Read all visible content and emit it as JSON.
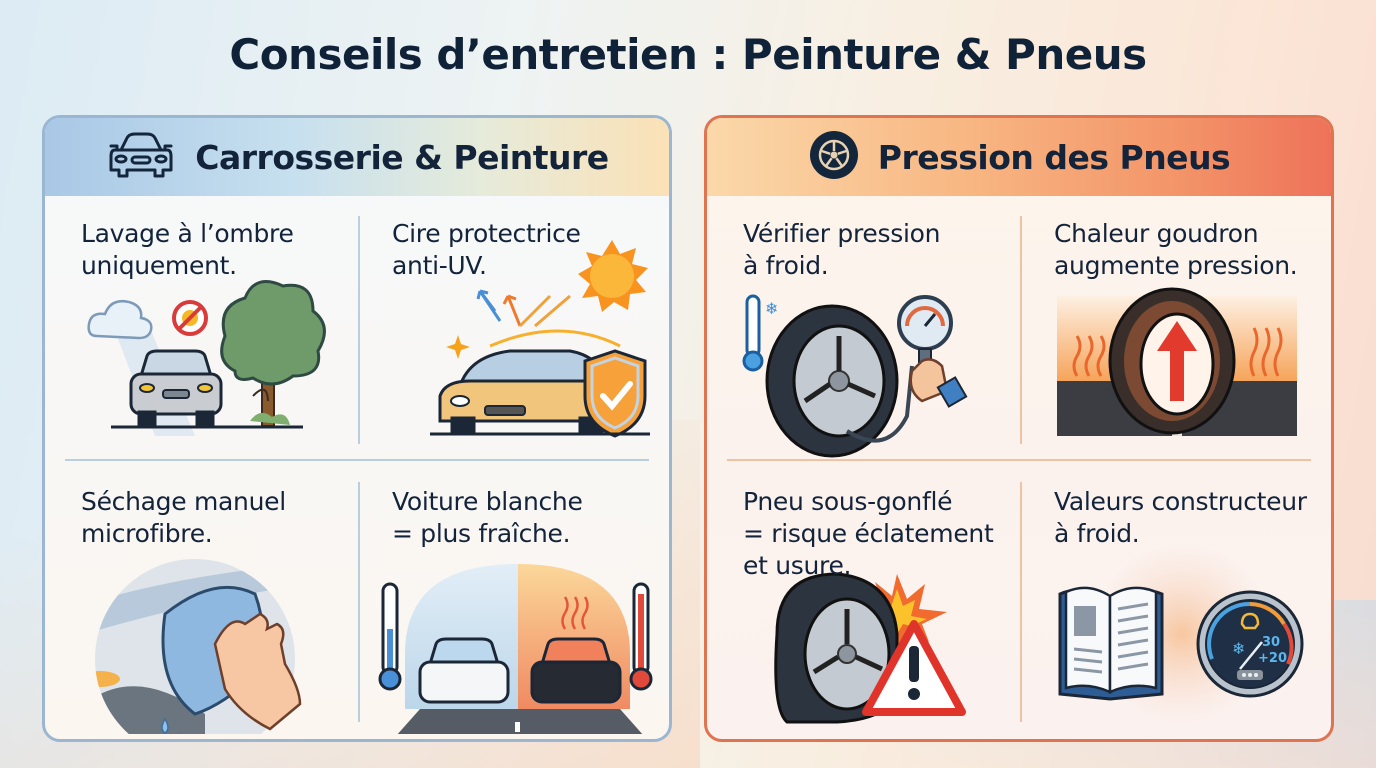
{
  "title": "Conseils d’entretien : Peinture & Pneus",
  "panels": {
    "paint": {
      "title": "Carrosserie & Peinture",
      "icon": "car-front-icon",
      "accent": "#9ab6d1",
      "tips": [
        {
          "text": "Lavage à l’ombre uniquement.",
          "lines": [
            "Lavage à l’ombre",
            "uniquement."
          ],
          "illustration": "car-under-tree-no-sun"
        },
        {
          "text": "Cire protectrice anti-UV.",
          "lines": [
            "Cire protectrice",
            "anti-UV."
          ],
          "illustration": "car-shield-sun"
        },
        {
          "text": "Séchage manuel microfibre.",
          "lines": [
            "Séchage manuel",
            "microfibre."
          ],
          "illustration": "hand-microfiber-cloth"
        },
        {
          "text": "Voiture blanche = plus fraîche.",
          "lines": [
            "Voiture blanche",
            "= plus fraîche."
          ],
          "illustration": "white-vs-dark-car-thermometers"
        }
      ]
    },
    "tires": {
      "title": "Pression des Pneus",
      "icon": "tire-wheel-icon",
      "accent": "#e07350",
      "tips": [
        {
          "text": "Vérifier pression à froid.",
          "lines": [
            "Vérifier pression",
            "à froid."
          ],
          "illustration": "tire-pressure-gauge-cold"
        },
        {
          "text": "Chaleur goudron augmente pression.",
          "lines": [
            "Chaleur goudron",
            "augmente pression."
          ],
          "illustration": "tire-hot-asphalt-arrow-up"
        },
        {
          "text": "Pneu sous-gonflé = risque éclatement et usure.",
          "lines": [
            "Pneu sous-gonflé",
            "= risque éclatement",
            "et usure."
          ],
          "illustration": "flat-tire-warning"
        },
        {
          "text": "Valeurs constructeur à froid.",
          "lines": [
            "Valeurs constructeur",
            "à froid."
          ],
          "illustration": "manual-book-tpms-gauge"
        }
      ],
      "gauge": {
        "value_top": "30",
        "value_bottom": "+20"
      }
    }
  }
}
